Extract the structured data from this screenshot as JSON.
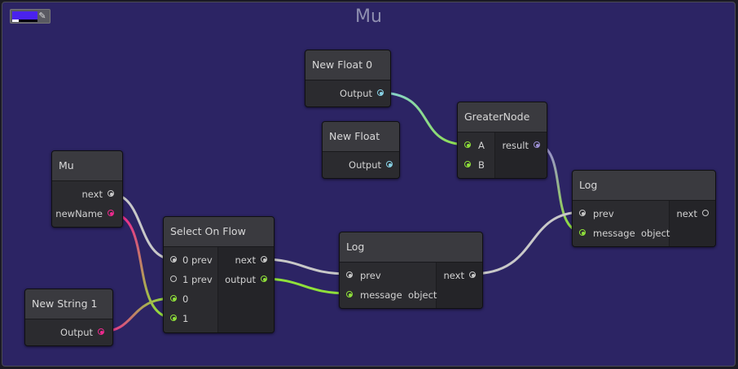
{
  "graph": {
    "title": "Mu",
    "swatch_color": "#4a22ee"
  },
  "colors": {
    "flow": "#c8c8c8",
    "float": "#88d2e6",
    "bool": "#8fe03a",
    "string": "#ee2a8e",
    "object_out": "#9c8fd4"
  },
  "nodes": {
    "mu": {
      "title": "Mu",
      "ports": {
        "next": "next",
        "newName": "newName"
      }
    },
    "new_string_1": {
      "title": "New String 1",
      "ports": {
        "output": "Output"
      }
    },
    "select_on_flow": {
      "title": "Select On Flow",
      "ports": {
        "prev0": "0 prev",
        "prev1": "1 prev",
        "in0": "0",
        "in1": "1",
        "next": "next",
        "output": "output"
      }
    },
    "new_float_0": {
      "title": "New Float 0",
      "ports": {
        "output": "Output"
      }
    },
    "new_float": {
      "title": "New Float",
      "ports": {
        "output": "Output"
      }
    },
    "greater_node": {
      "title": "GreaterNode",
      "ports": {
        "a": "A",
        "b": "B",
        "result": "result"
      }
    },
    "log_1": {
      "title": "Log",
      "ports": {
        "prev": "prev",
        "message": "message  object",
        "next": "next"
      }
    },
    "log_2": {
      "title": "Log",
      "ports": {
        "prev": "prev",
        "message": "message  object",
        "next": "next"
      }
    }
  }
}
